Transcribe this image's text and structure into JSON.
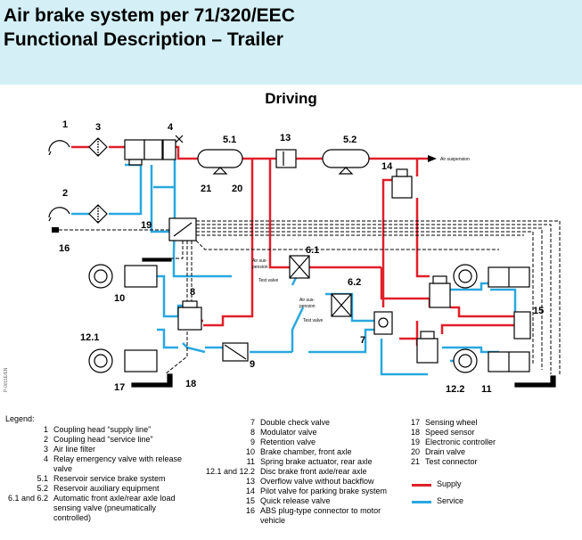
{
  "header": {
    "title_line1": "Air brake system per 71/320/EEC",
    "title_line2": "Functional Description – Trailer",
    "bg_color": "#d4f0f6"
  },
  "diagram": {
    "heading": "Driving",
    "supply_color": "#e0202a",
    "service_color": "#29a8e0",
    "labels": {
      "n1": "1",
      "n2": "2",
      "n3": "3",
      "n4": "4",
      "n51": "5.1",
      "n52": "5.2",
      "n13": "13",
      "n14": "14",
      "n19": "19",
      "n16": "16",
      "n20": "20",
      "n21": "21",
      "n10": "10",
      "n8": "8",
      "n9": "9",
      "n61": "6.1",
      "n62": "6.2",
      "n7": "7",
      "n15": "15",
      "n121": "12.1",
      "n122": "12.2",
      "n11": "11",
      "n17": "17",
      "n18": "18",
      "air_suspension": "Air suspension",
      "air_sus1": "Air sus-",
      "pension1": "pension",
      "test_valve1": "Test valve",
      "air_sus2": "Air sus-",
      "pension2": "pension",
      "test_valve2": "Test valve",
      "side_code": "P-0011E/EN"
    }
  },
  "legend": {
    "title": "Legend:",
    "col1": [
      {
        "k": "1",
        "v": "Coupling head “supply line”"
      },
      {
        "k": "2",
        "v": "Coupling head “service line”"
      },
      {
        "k": "3",
        "v": "Air line filter"
      },
      {
        "k": "4",
        "v": "Relay emergency valve with release valve"
      },
      {
        "k": "5.1",
        "v": "Reservoir service brake system"
      },
      {
        "k": "5.2",
        "v": "Reservoir auxiliary equipment"
      },
      {
        "k": "6.1 and 6.2",
        "v": "Automatic front axle/rear axle load sensing valve (pneumatically controlled)"
      }
    ],
    "col2": [
      {
        "k": "7",
        "v": "Double check valve"
      },
      {
        "k": "8",
        "v": "Modulator valve"
      },
      {
        "k": "9",
        "v": "Retention valve"
      },
      {
        "k": "10",
        "v": "Brake chamber, front axle"
      },
      {
        "k": "11",
        "v": "Spring brake actuator, rear axle"
      },
      {
        "k": "12.1 and 12.2",
        "v": "Disc brake front axle/rear axle"
      },
      {
        "k": "13",
        "v": "Overflow valve without backflow"
      },
      {
        "k": "14",
        "v": "Pilot valve for parking brake system"
      },
      {
        "k": "15",
        "v": "Quick release valve"
      },
      {
        "k": "16",
        "v": "ABS plug-type connector to motor vehicle"
      }
    ],
    "col3": [
      {
        "k": "17",
        "v": "Sensing wheel"
      },
      {
        "k": "18",
        "v": "Speed sensor"
      },
      {
        "k": "19",
        "v": "Electronic controller"
      },
      {
        "k": "20",
        "v": "Drain valve"
      },
      {
        "k": "21",
        "v": "Test connector"
      }
    ],
    "supply_label": "Supply",
    "service_label": "Service"
  }
}
